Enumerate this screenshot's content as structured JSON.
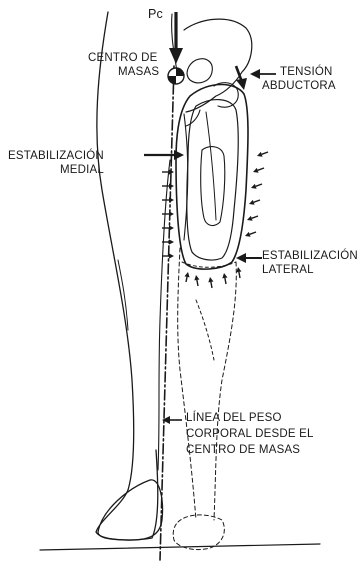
{
  "labels": {
    "force": "Pc",
    "center_of_mass_line1": "CENTRO DE",
    "center_of_mass_line2": "MASAS",
    "abductor_line1": "TENSIÓN",
    "abductor_line2": "ABDUCTORA",
    "medial_line1": "ESTABILIZACIÓN",
    "medial_line2": "MEDIAL",
    "lateral_line1": "ESTABILIZACIÓN",
    "lateral_line2": "LATERAL",
    "weight_line1": "LÍNEA DEL PESO",
    "weight_line2": "CORPORAL DESDE EL",
    "weight_line3": "CENTRO DE MASAS"
  },
  "colors": {
    "ink": "#1a1a1a",
    "background": "#ffffff"
  }
}
